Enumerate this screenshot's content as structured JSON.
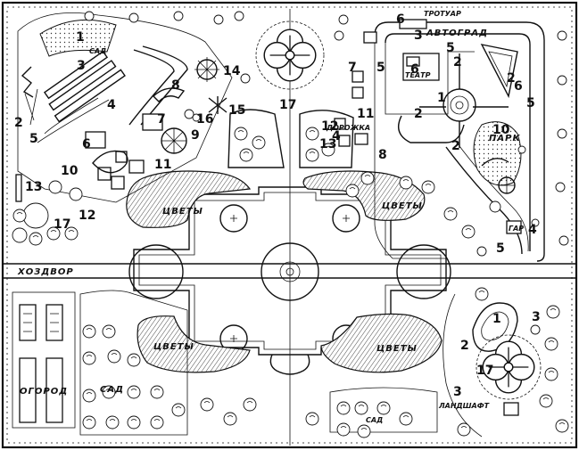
{
  "zones": {
    "sad_top": "САД",
    "flowers_1": "ЦВЕТЫ",
    "flowers_2": "ЦВЕТЫ",
    "flowers_3": "ЦВЕТЫ",
    "flowers_4": "ЦВЕТЫ",
    "hozdvor": "ХОЗДВОР",
    "ogorod": "ОГОРОД",
    "sad_bottom": "САД",
    "sad_bottom2": "САД",
    "landshaft": "ЛАНДШАФТ",
    "trotuar": "ТРОТУАР",
    "avtograd": "АВТОГРАД",
    "teatr": "ТЕАТР",
    "park": "ПАРК",
    "dorozhka": "ДОРОЖКА",
    "gar": "ГАР"
  },
  "numbers": {
    "tl_1": "1",
    "tl_3": "3",
    "tl_4": "4",
    "tl_8": "8",
    "tl_7": "7",
    "tl_2": "2",
    "tl_5": "5",
    "tl_6": "6",
    "tl_9": "9",
    "tl_10": "10",
    "tl_11": "11",
    "tl_13": "13",
    "tl_12": "12",
    "tl_17": "17",
    "tc_14": "14",
    "tc_16": "16",
    "tc_15": "15",
    "tc_17": "17",
    "tr_6top": "6",
    "tr_3": "3",
    "tr_5a": "5",
    "tr_7": "7",
    "tr_5b": "5",
    "tr_6": "6",
    "tr_2a": "2",
    "tr_1": "1",
    "tr_2b": "2",
    "tr_6b": "6",
    "tr_5c": "5",
    "tr_11": "11",
    "tr_2c": "2",
    "tr_10": "10",
    "tr_12": "12",
    "tr_4": "4",
    "tr_13": "13",
    "tr_8": "8",
    "tr_2d": "2",
    "tr_4b": "4",
    "tr_5d": "5",
    "br_1": "1",
    "br_3a": "3",
    "br_2": "2",
    "br_17": "17",
    "br_3b": "3"
  }
}
